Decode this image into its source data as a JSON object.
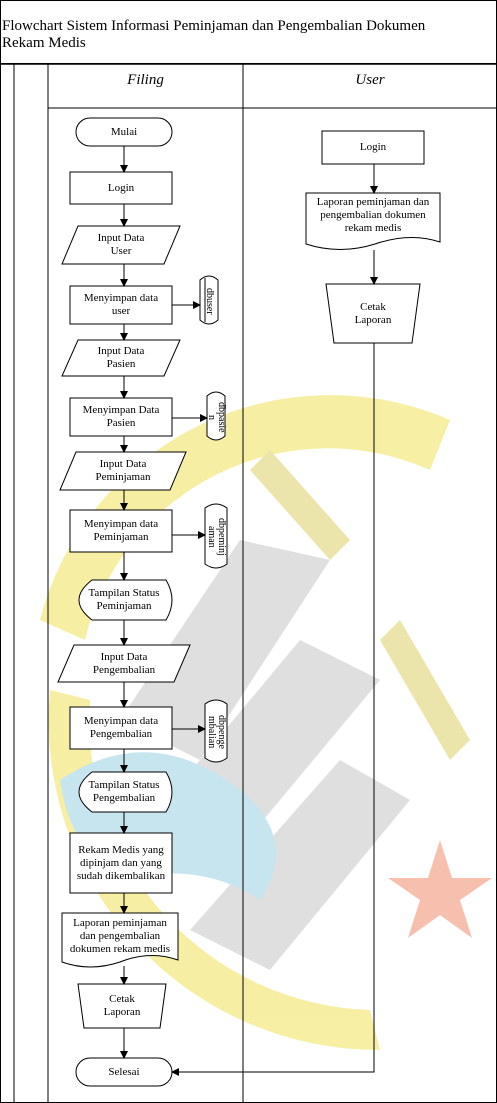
{
  "title": "Flowchart Sistem Informasi Peminjaman dan Pengembalian Dokumen\nRekam Medis",
  "lanes": {
    "filing": "Filing",
    "user": "User"
  },
  "filing": {
    "mulai": "Mulai",
    "login": "Login",
    "input_user": "Input Data\nUser",
    "simpan_user": "Menyimpan data\nuser",
    "db_user": "dbuser",
    "input_pasien": "Input Data\nPasien",
    "simpan_pasien": "Menyimpan Data\nPasien",
    "db_pasien": "dbpasie\nn",
    "input_peminjaman": "Input Data\nPeminjaman",
    "simpan_peminjaman": "Menyimpan data\nPeminjaman",
    "db_peminjaman": "dbpeminj\naman",
    "status_peminjaman": "Tampilan Status\nPeminjaman",
    "input_pengembalian": "Input Data\nPengembalian",
    "simpan_pengembalian": "Menyimpan data\nPengembalian",
    "db_pengembalian": "dbpenge\nmbalian",
    "status_pengembalian": "Tampilan Status\nPengembalian",
    "rekam_medis": "Rekam Medis yang\ndipinjam dan yang\nsudah dikembalikan",
    "laporan": "Laporan peminjaman\ndan pengembalian\ndokumen rekam medis",
    "cetak": "Cetak\nLaporan",
    "selesai": "Selesai"
  },
  "user": {
    "login": "Login",
    "laporan": "Laporan peminjaman dan\npengembalian dokumen\nrekam medis",
    "cetak": "Cetak\nLaporan"
  },
  "colors": {
    "watermark_yellow": "#f6ed9a",
    "watermark_blue": "#c2e3ee",
    "watermark_gray": "#dcdcdc",
    "star_red": "#f7b9a6",
    "line": "#000000"
  }
}
